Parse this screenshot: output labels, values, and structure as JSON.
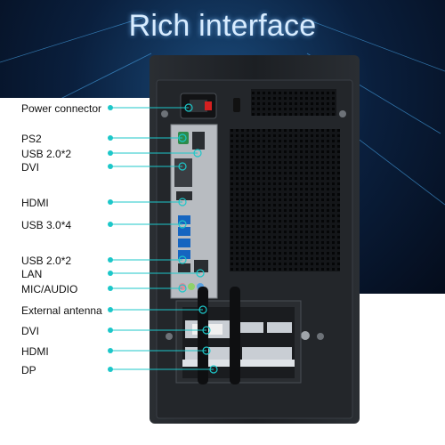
{
  "title": "Rich interface",
  "colors": {
    "accent": "#1cc7c9",
    "case": "#1f2226",
    "background_top": "#0a1f3d"
  },
  "labels": [
    "Power connector",
    "PS2",
    "USB 2.0*2",
    "DVI",
    "HDMI",
    "USB 3.0*4",
    "USB 2.0*2",
    "LAN",
    "MIC/AUDIO",
    "External antenna",
    "DVI",
    "HDMI",
    "DP"
  ]
}
